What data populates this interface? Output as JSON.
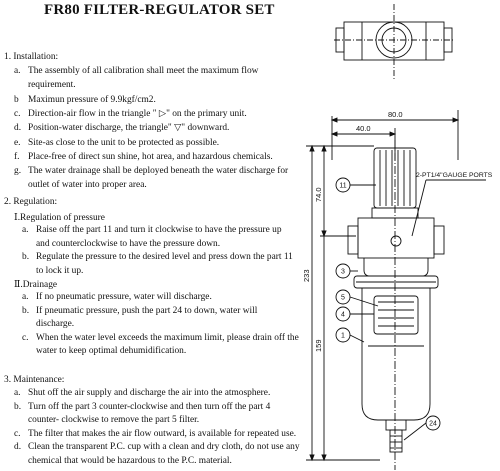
{
  "title": "FR80 FILTER-REGULATOR SET",
  "sections": {
    "installation": {
      "heading": "1. Installation:",
      "lines": [
        {
          "marker": "a.",
          "text": "The assembly of all calibration shall meet the maximum flow"
        },
        {
          "marker": "",
          "text": "requirement."
        },
        {
          "marker": "b",
          "text": "Maximun pressure of 9.9kgf/cm2."
        },
        {
          "marker": "c.",
          "text": "Direction-air flow in the triangle \" ▷\" on the primary unit."
        },
        {
          "marker": "d.",
          "text": "Position-water discharge, the triangle\" ▽\" downward."
        },
        {
          "marker": "e.",
          "text": "Site-as close to the unit to be protected as possible."
        },
        {
          "marker": "f.",
          "text": "Place-free of direct sun shine, hot area, and hazardous chemicals."
        },
        {
          "marker": "g.",
          "text": "The water drainage shall be deployed beneath the water discharge for"
        },
        {
          "marker": "",
          "text": "outlet of water into proper area."
        }
      ]
    },
    "regulation": {
      "heading": "2. Regulation:",
      "sub1": "Ⅰ.Regulation of pressure",
      "sub1_lines": [
        {
          "marker": "a.",
          "text": "Raise off the part 11 and turn it clockwise to have the pressure up"
        },
        {
          "marker": "",
          "text": "and counterclockwise to have the pressure down."
        },
        {
          "marker": "b.",
          "text": "Regulate the pressure to the desired level and press down the part 11"
        },
        {
          "marker": "",
          "text": "to lock it up."
        }
      ],
      "sub2": "Ⅱ.Drainage",
      "sub2_lines": [
        {
          "marker": "a.",
          "text": "If no pneumatic pressure, water will discharge."
        },
        {
          "marker": "b.",
          "text": "If pneumatic pressure, push the part 24 to down, water will"
        },
        {
          "marker": "",
          "text": "discharge."
        },
        {
          "marker": "c.",
          "text": "When the water level exceeds the maximum limit, please drain off the"
        },
        {
          "marker": "",
          "text": "water to keep optimal dehumidification."
        }
      ]
    },
    "maintenance": {
      "heading": "3. Maintenance:",
      "lines": [
        {
          "marker": "a.",
          "text": "Shut off the air supply and discharge the air into the atmosphere."
        },
        {
          "marker": "b.",
          "text": "Turn off the part 3 counter-clockwise and then turn off the part 4"
        },
        {
          "marker": "",
          "text": "counter- clockwise to remove the part 5 filter."
        },
        {
          "marker": "c.",
          "text": "The filter that makes the air flow outward, is available for repeated use."
        },
        {
          "marker": "d.",
          "text": "Clean the transparent P.C. cup with a clean and dry cloth, do not use any"
        },
        {
          "marker": "",
          "text": "chemical that would be hazardous to the P.C. material."
        }
      ]
    }
  },
  "drawing": {
    "dim_width": "80.0",
    "dim_half": "40.0",
    "dim_upper": "74.0",
    "dim_total": "233",
    "dim_lower": "159",
    "gauge_label": "2-PT1/4\"GAUGE PORTS",
    "parts": [
      "11",
      "3",
      "5",
      "4",
      "1",
      "24"
    ]
  }
}
